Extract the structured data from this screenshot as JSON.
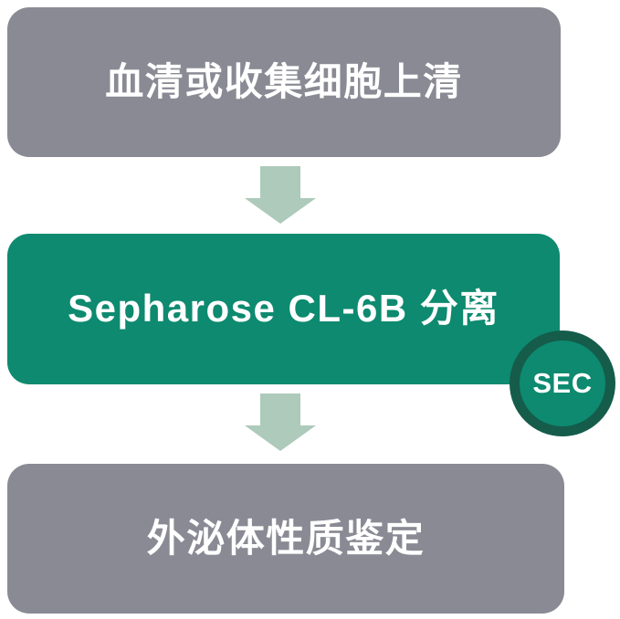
{
  "diagram": {
    "type": "flowchart",
    "direction": "top-down",
    "steps": [
      {
        "id": "source",
        "label": "血清或收集细胞上清",
        "shape": "rounded-rect",
        "color_role": "gray"
      },
      {
        "id": "separation",
        "label": "Sepharose CL-6B 分离",
        "shape": "rounded-rect",
        "color_role": "green"
      },
      {
        "id": "identification",
        "label": "外泌体性质鉴定",
        "shape": "rounded-rect",
        "color_role": "gray"
      }
    ],
    "connectors": [
      {
        "from": "source",
        "to": "separation",
        "style": "block-arrow-down"
      },
      {
        "from": "separation",
        "to": "identification",
        "style": "block-arrow-down"
      }
    ],
    "badge": {
      "label": "SEC",
      "attached_to": "separation",
      "shape": "circle"
    },
    "colors": {
      "step_gray": "#8a8a94",
      "step_green": "#0d8a6f",
      "badge_ring": "#155c4b",
      "badge_fill": "#0d8a6f",
      "arrow": "#adcabb",
      "text": "#ffffff",
      "background": "#ffffff"
    }
  }
}
